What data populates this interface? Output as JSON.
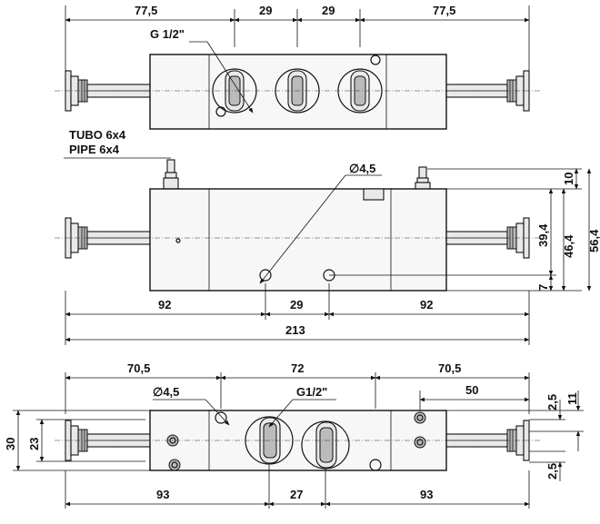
{
  "top_view": {
    "dim_left_77_5": "77,5",
    "dim_29_a": "29",
    "dim_29_b": "29",
    "dim_right_77_5": "77,5",
    "thread_label": "G 1/2\""
  },
  "side_view": {
    "tube_label_es": "TUBO 6x4",
    "tube_label_en": "PIPE 6x4",
    "hole_label": "∅4,5",
    "dim_92_left": "92",
    "dim_29": "29",
    "dim_92_right": "92",
    "dim_213": "213",
    "dim_10": "10",
    "dim_39_4": "39,4",
    "dim_46_4": "46,4",
    "dim_56_4": "56,4",
    "dim_7": "7"
  },
  "bottom_view": {
    "dim_70_5_left": "70,5",
    "dim_72": "72",
    "dim_70_5_right": "70,5",
    "hole_label": "∅4,5",
    "thread_label": "G1/2\"",
    "dim_50": "50",
    "dim_2_5_top": "2,5",
    "dim_11": "11",
    "dim_30": "30",
    "dim_23": "23",
    "dim_2_5_bottom": "2,5",
    "dim_93_left": "93",
    "dim_27": "27",
    "dim_93_right": "93"
  }
}
